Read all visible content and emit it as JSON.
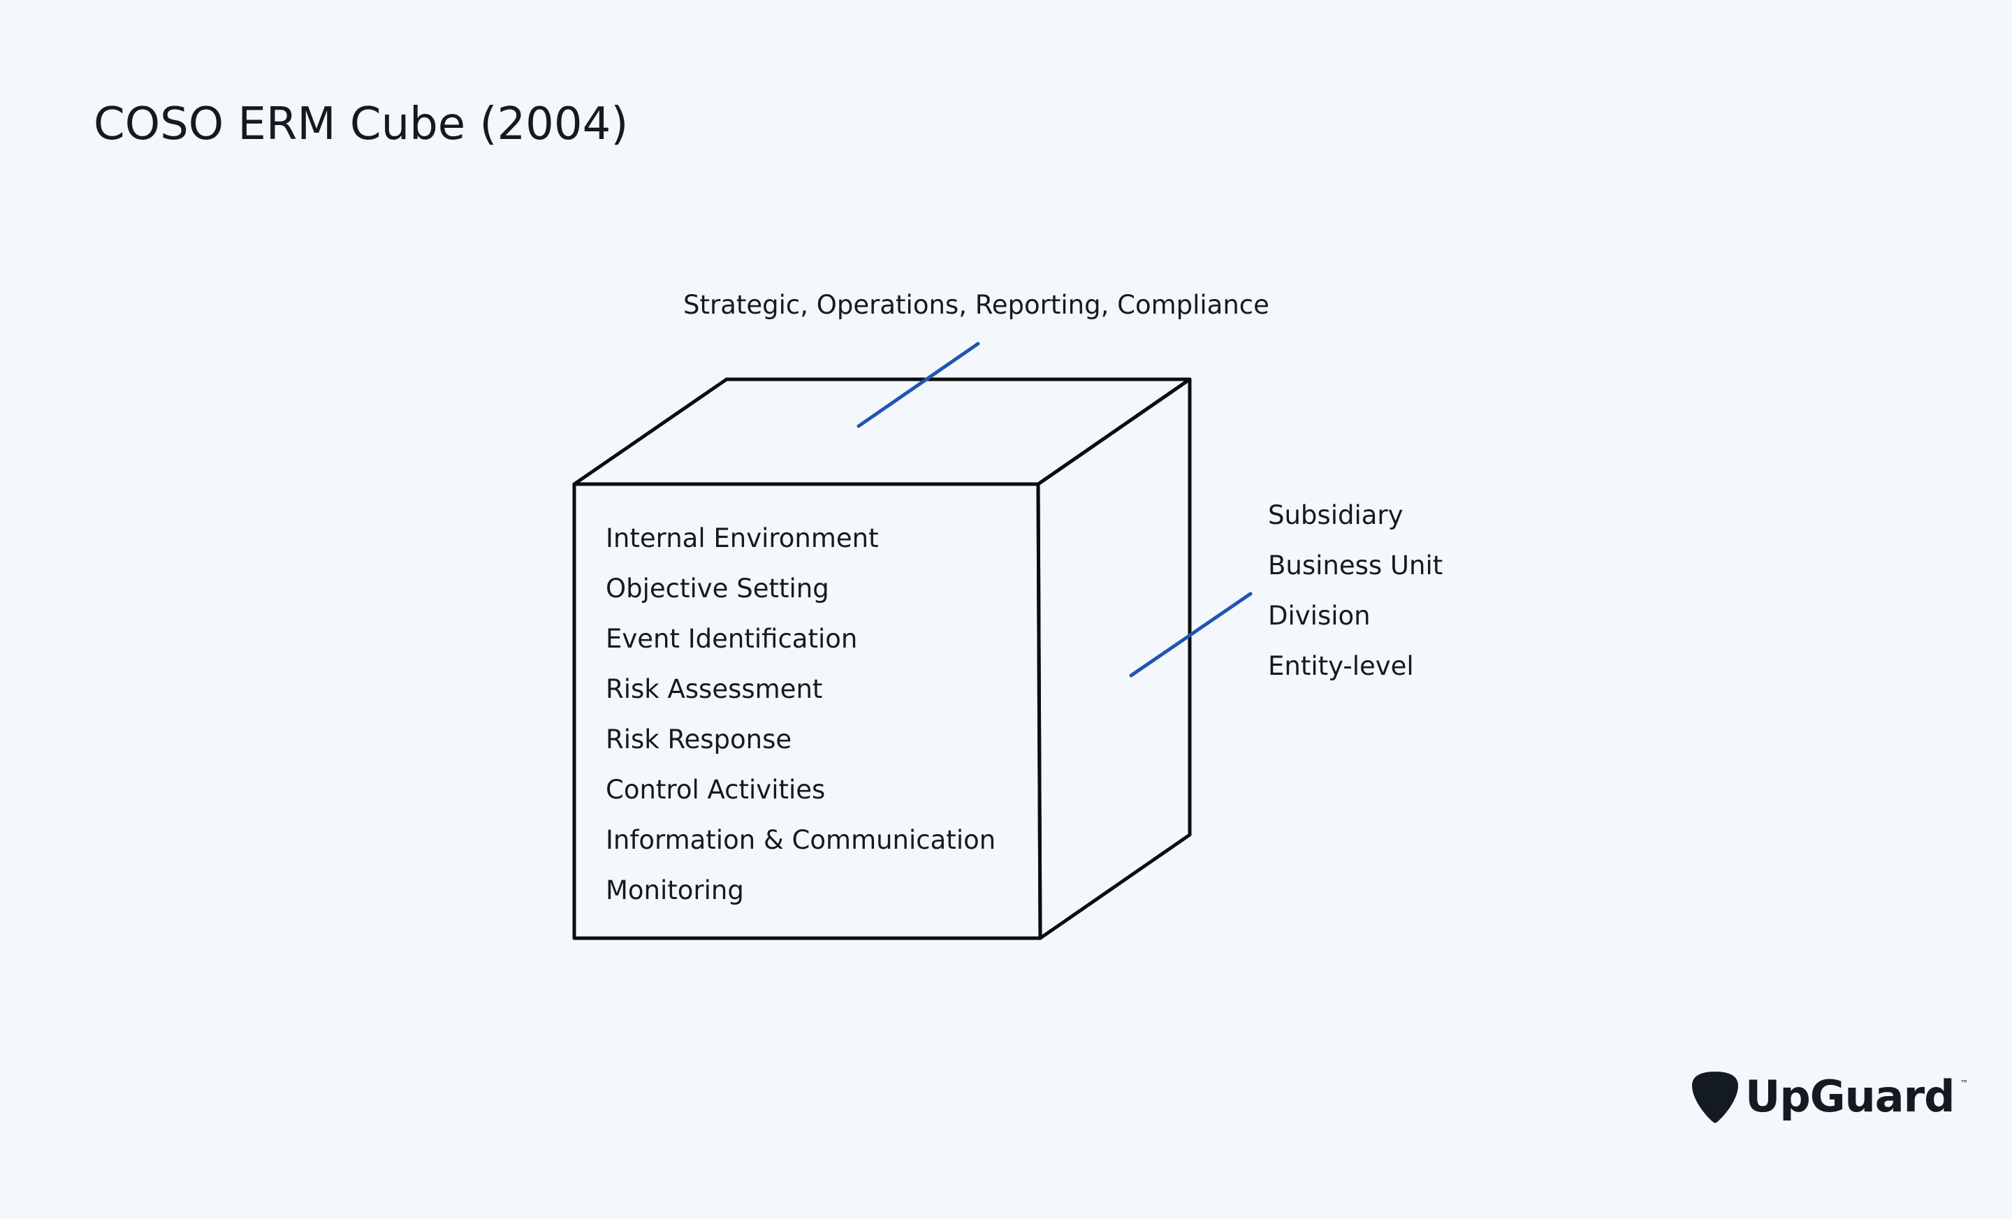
{
  "title": "COSO ERM Cube (2004)",
  "objectives_label": "Strategic, Operations, Reporting, Compliance",
  "components": [
    "Internal Environment",
    "Objective Setting",
    "Event Identification",
    "Risk Assessment",
    "Risk Response",
    "Control Activities",
    "Information & Communication",
    "Monitoring"
  ],
  "levels": [
    "Subsidiary",
    "Business Unit",
    "Division",
    "Entity-level"
  ],
  "brand": {
    "name": "UpGuard",
    "trademark": "™",
    "icon": "guitar-pick-logo-icon"
  },
  "colors": {
    "background": "#f4f7fb",
    "outline": "#0d0d0d",
    "pointer": "#1f56b0",
    "text": "#141a22"
  }
}
